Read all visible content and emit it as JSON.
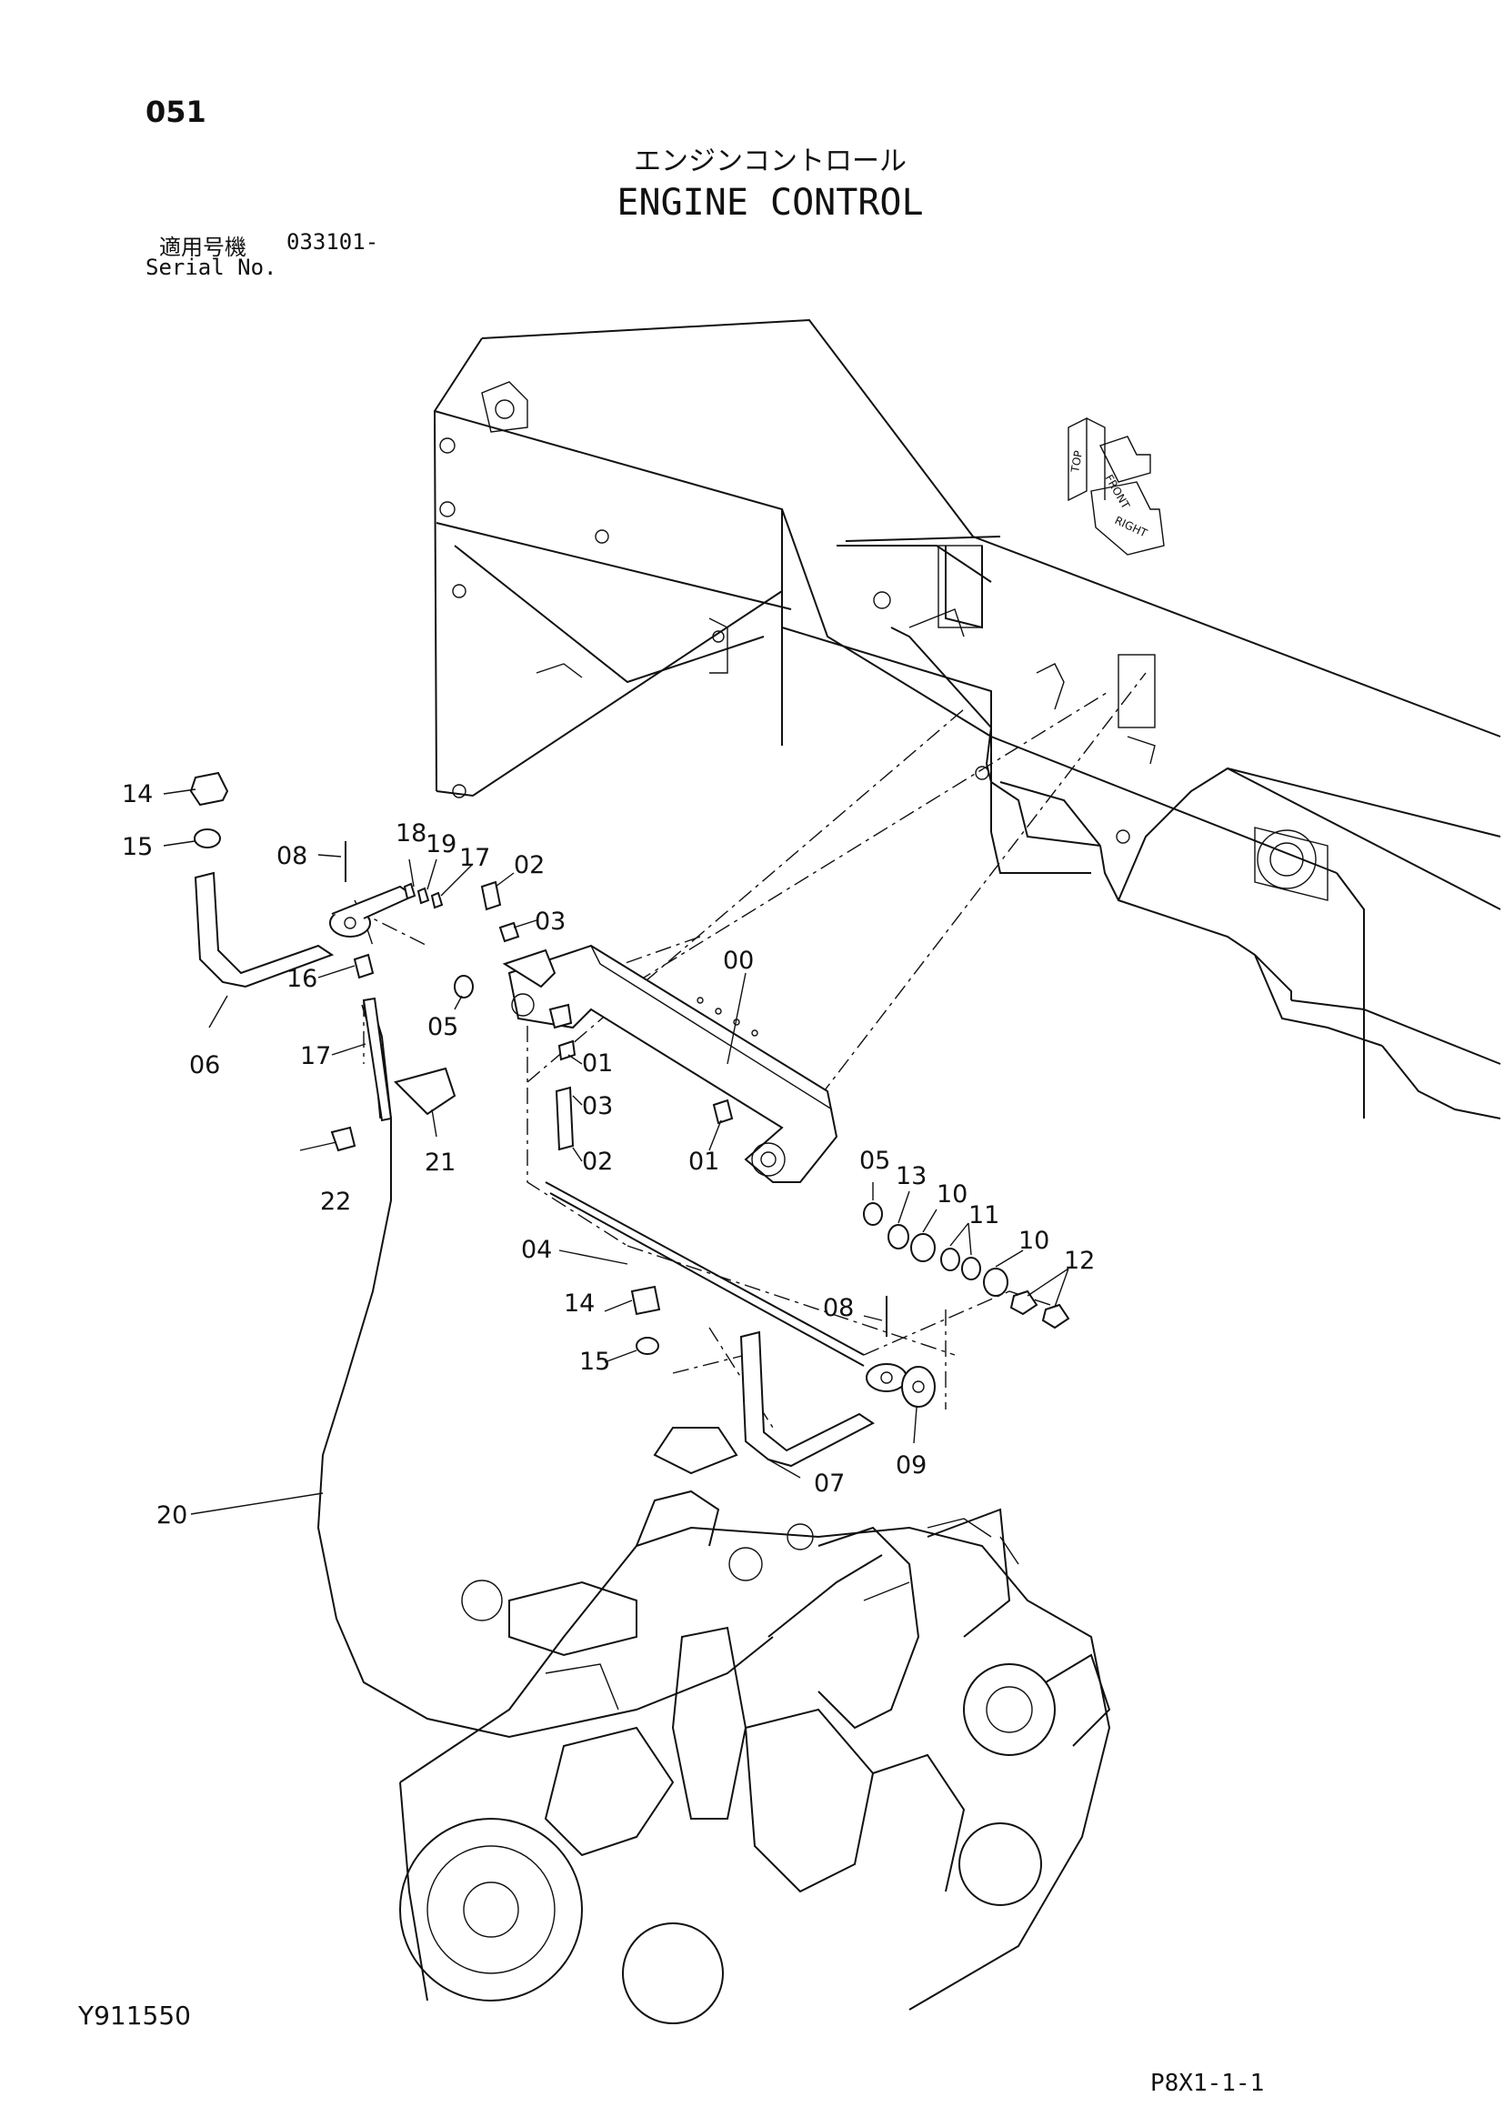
{
  "page_number": "051",
  "title_jp": "エンジンコントロール",
  "title_en": "ENGINE CONTROL",
  "serial": {
    "label_jp": "適用号機",
    "number": "033101-",
    "label_en": "Serial No."
  },
  "doc_code": "Y911550",
  "page_code": "P8X1-1-1",
  "orientation_icon": {
    "labels": [
      "TOP",
      "FRONT",
      "RIGHT"
    ]
  },
  "callouts": [
    "00",
    "01",
    "01",
    "02",
    "02",
    "03",
    "03",
    "04",
    "05",
    "05",
    "06",
    "07",
    "08",
    "08",
    "09",
    "10",
    "10",
    "11",
    "12",
    "13",
    "14",
    "14",
    "15",
    "15",
    "16",
    "17",
    "17",
    "18",
    "19",
    "20",
    "21",
    "22"
  ]
}
